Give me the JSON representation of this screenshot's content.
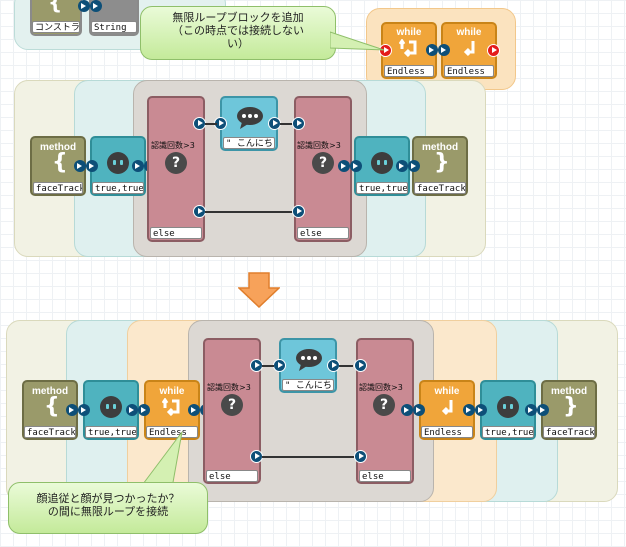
{
  "callouts": {
    "top_line1": "無限ループブロックを追加",
    "top_line2": "（この時点では接続しない",
    "top_line3": "い）",
    "bottom_line1": "顔追従と顔が見つかったか？",
    "bottom_line2": "の間に無限ループを接続"
  },
  "blocks": {
    "constructor_label": "コンストラ",
    "string_label": "String",
    "method_title": "method",
    "face_tracking_label": "faceTracki",
    "true_args_label": "true,true,",
    "while_title": "while",
    "endless_label": "Endless",
    "condition_label": "認識回数>3",
    "else_label": "else",
    "say_label": "\" こんにち",
    "brace_open": "{",
    "brace_close": "}"
  },
  "icons": {
    "arrow": "down-arrow-icon",
    "loop": "loop-return-icon",
    "speech": "speech-bubble-icon"
  },
  "colors": {
    "method_block": "#9a9a6a",
    "face_block": "#4fb3bf",
    "cond_block": "#c98a93",
    "say_block": "#6ec6da",
    "while_block": "#f0a53a",
    "arrow": "#f7a25a",
    "port": "#0d4f78",
    "callout": "#c4ea9a"
  }
}
